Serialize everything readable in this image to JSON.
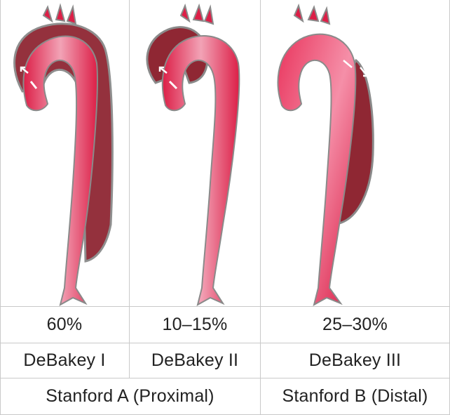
{
  "colors": {
    "lumen_light": "#f07e9b",
    "lumen_dark": "#dc1f47",
    "false_lumen": "#8f2733",
    "outline": "#8a8a8a",
    "grid_line": "#c9c9c9",
    "text": "#222222"
  },
  "table": {
    "percentages": [
      "60%",
      "10–15%",
      "25–30%"
    ],
    "debakey": [
      "DeBakey I",
      "DeBakey II",
      "DeBakey III"
    ],
    "stanford": [
      "Stanford A (Proximal)",
      "Stanford B (Distal)"
    ]
  },
  "illustrations": [
    {
      "type": "DeBakey I",
      "dissection_extent": "ascending arch and descending aorta"
    },
    {
      "type": "DeBakey II",
      "dissection_extent": "ascending aorta only"
    },
    {
      "type": "DeBakey III",
      "dissection_extent": "descending aorta only"
    }
  ]
}
